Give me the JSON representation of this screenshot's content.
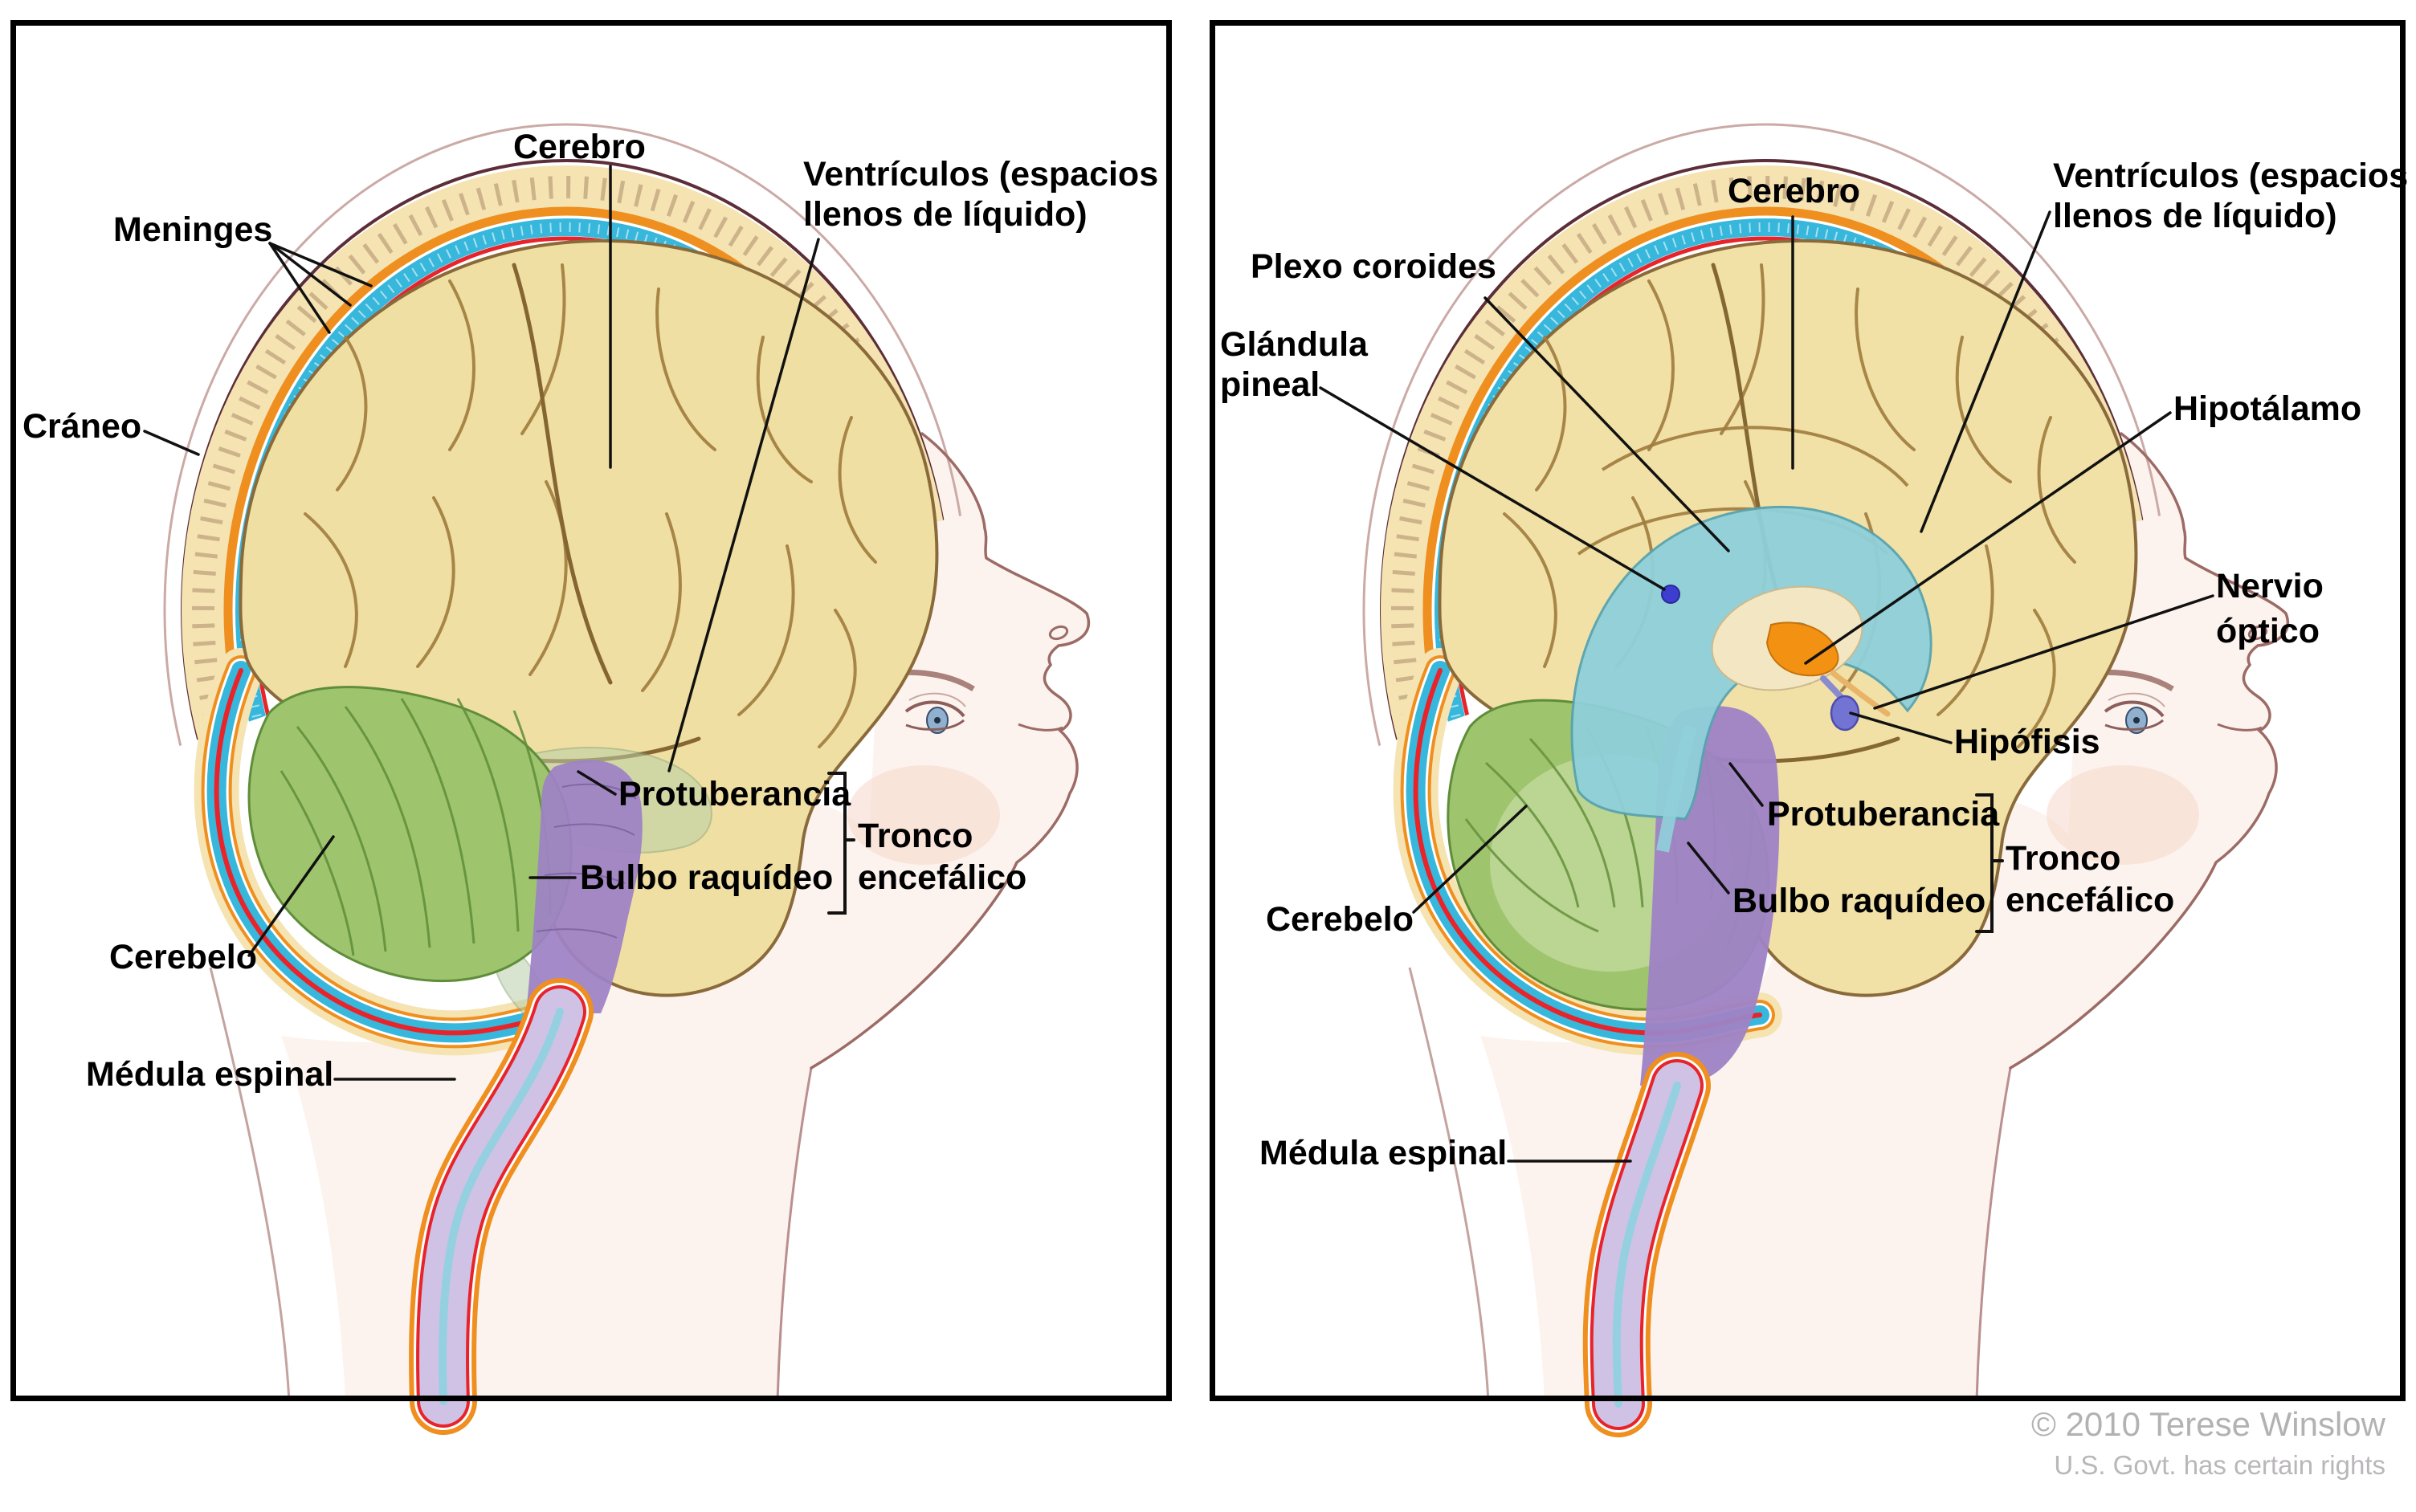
{
  "figure": {
    "title_implicit": "Anatomía del encéfalo (niño)",
    "panel_left": {
      "labels": {
        "cerebro": "Cerebro",
        "ventriculos_l1": "Ventrículos (espacios",
        "ventriculos_l2": "llenos de líquido)",
        "meninges": "Meninges",
        "craneo": "Cráneo",
        "cerebelo": "Cerebelo",
        "protuberancia": "Protuberancia",
        "bulbo": "Bulbo raquídeo",
        "tronco_l1": "Tronco",
        "tronco_l2": "encefálico",
        "medula": "Médula espinal"
      }
    },
    "panel_right": {
      "labels": {
        "cerebro": "Cerebro",
        "plexo": "Plexo coroides",
        "ventriculos_l1": "Ventrículos (espacios",
        "ventriculos_l2": "llenos de líquido)",
        "glandula_l1": "Glándula",
        "glandula_l2": "pineal",
        "hipotalamo": "Hipotálamo",
        "nervio_l1": "Nervio",
        "nervio_l2": "óptico",
        "hipofisis": "Hipófisis",
        "cerebelo": "Cerebelo",
        "protuberancia": "Protuberancia",
        "bulbo": "Bulbo raquídeo",
        "tronco_l1": "Tronco",
        "tronco_l2": "encefálico",
        "medula": "Médula espinal"
      }
    },
    "credit_line1": "© 2010 Terese Winslow",
    "credit_line2": "U.S. Govt. has certain rights",
    "colors": {
      "cortex": "#f0dfa2",
      "bone": "#f5e3b2",
      "dura_orange": "#ef8f1f",
      "csf_blue": "#38b7dc",
      "pia_red": "#e8232a",
      "cerebellum": "#9ec46d",
      "brainstem_purple": "#9e83c5",
      "spinal_cord": "#cfc2e5",
      "ventricle_teal": "#8fd0da",
      "hypothalamus_orange": "#f29112",
      "pineal_blue": "#3d3dcf",
      "pituitary_purple": "#7373d4",
      "credit_gray": "#b3b1b3"
    }
  }
}
